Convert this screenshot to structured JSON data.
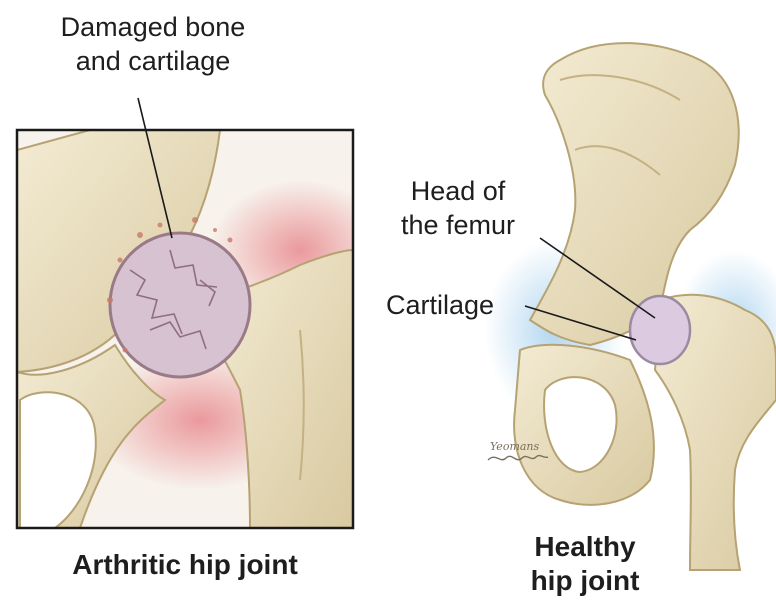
{
  "left_panel": {
    "callout": {
      "line1": "Damaged bone",
      "line2": "and cartilage"
    },
    "caption": "Arthritic hip joint"
  },
  "right_panel": {
    "callout_head": {
      "line1": "Head of",
      "line2": "the femur"
    },
    "callout_cartilage": "Cartilage",
    "caption": {
      "line1": "Healthy",
      "line2": "hip joint"
    },
    "signature": "Yeomans"
  },
  "colors": {
    "bone": "#ece2c4",
    "bone_shadow": "#c9b98f",
    "cartilage": "#dccbe0",
    "inflammation": "#e0505a",
    "healthy_glow": "#a9d2ee",
    "frame": "#1a1a1a"
  }
}
